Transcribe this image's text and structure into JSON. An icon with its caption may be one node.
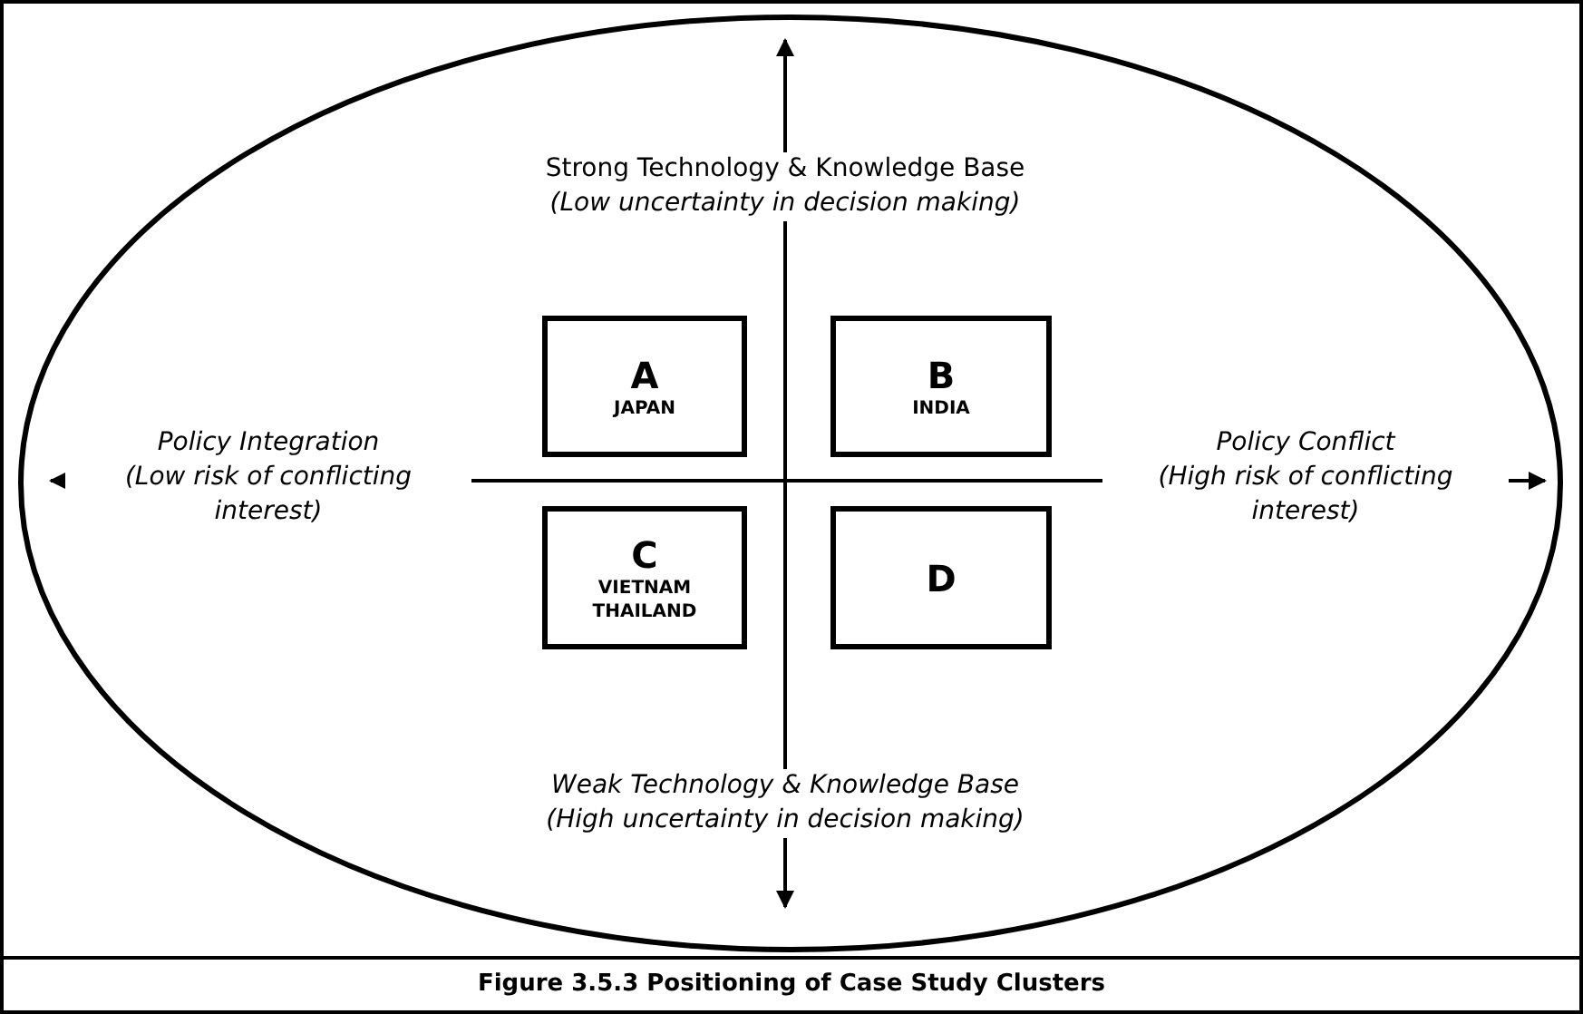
{
  "diagram": {
    "caption": "Figure 3.5.3 Positioning of Case Study Clusters",
    "nodes": [
      {
        "text": [],
        "shape": "ellipse"
      },
      {
        "text": [
          "A",
          "JAPAN"
        ],
        "in": 0
      },
      {
        "text": [
          "B",
          "INDIA"
        ],
        "in": 0
      },
      {
        "text": [
          "C",
          "VIETNAM THAILAND"
        ],
        "in": 0
      },
      {
        "text": [
          "D"
        ],
        "in": 0
      }
    ],
    "labels": [
      "Strong Technology & Knowledge Base",
      "(Low uncertainty in decision making)",
      "Policy Integration",
      "(Low risk of conflicting interest)",
      "Policy Conflict",
      "(High risk of conflicting interest)",
      "Weak Technology & Knowledge Base",
      "(High uncertainty in decision making)"
    ]
  }
}
